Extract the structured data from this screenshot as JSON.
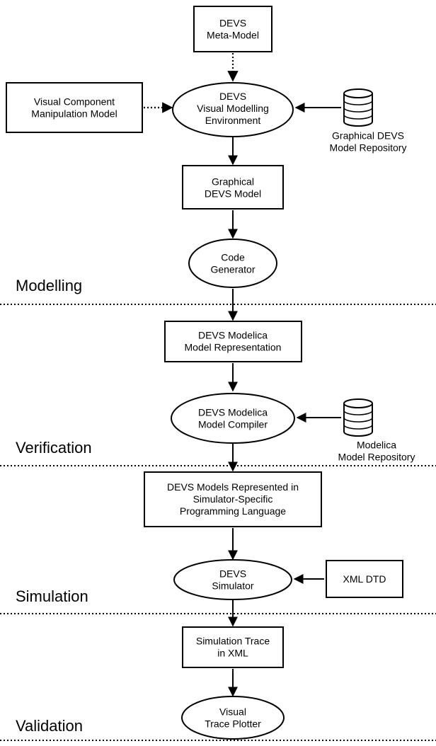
{
  "nodes": {
    "meta_model": [
      "DEVS",
      "Meta-Model"
    ],
    "visual_component": [
      "Visual Component",
      "Manipulation Model"
    ],
    "visual_env": [
      "DEVS",
      "Visual Modelling",
      "Environment"
    ],
    "graphical_model": [
      "Graphical",
      "DEVS Model"
    ],
    "code_generator": [
      "Code",
      "Generator"
    ],
    "modelica_repr": [
      "DEVS Modelica",
      "Model Representation"
    ],
    "modelica_compiler": [
      "DEVS Modelica",
      "Model Compiler"
    ],
    "simulator_lang": [
      "DEVS Models Represented in",
      "Simulator-Specific",
      "Programming Language"
    ],
    "simulator": [
      "DEVS",
      "Simulator"
    ],
    "xml_dtd": [
      "XML DTD"
    ],
    "trace_xml": [
      "Simulation Trace",
      "in XML"
    ],
    "trace_plotter": [
      "Visual",
      "Trace Plotter"
    ]
  },
  "repositories": {
    "graphical_repo": [
      "Graphical DEVS",
      "Model Repository"
    ],
    "modelica_repo": [
      "Modelica",
      "Model Repository"
    ]
  },
  "phases": {
    "modelling": "Modelling",
    "verification": "Verification",
    "simulation": "Simulation",
    "validation": "Validation"
  }
}
